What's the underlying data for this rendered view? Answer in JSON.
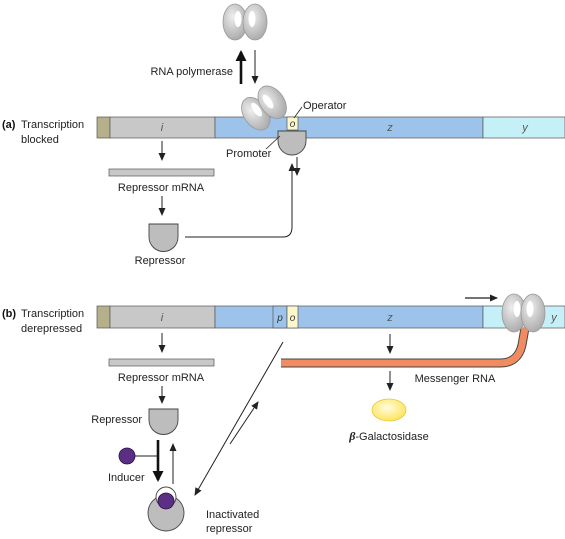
{
  "panel_a": {
    "letter": "(a)",
    "title_line1": "Transcription",
    "title_line2": "blocked",
    "gene_i": "i",
    "gene_z": "z",
    "gene_y": "y",
    "operator_o": "o",
    "rna_polymerase": "RNA polymerase",
    "operator": "Operator",
    "promoter": "Promoter",
    "repressor_mrna": "Repressor mRNA",
    "repressor": "Repressor"
  },
  "panel_b": {
    "letter": "(b)",
    "title_line1": "Transcription",
    "title_line2": "derepressed",
    "gene_i": "i",
    "gene_p": "p",
    "gene_o": "o",
    "gene_z": "z",
    "gene_y": "y",
    "repressor_mrna": "Repressor mRNA",
    "repressor": "Repressor",
    "inducer": "Inducer",
    "inactivated_line1": "Inactivated",
    "inactivated_line2": "repressor",
    "messenger_rna": "Messenger RNA",
    "beta": "β",
    "galactosidase": "-Galactosidase"
  },
  "colors": {
    "regulatory_region": "#b5b08a",
    "i_gene": "#c8c8c8",
    "z_gene": "#9dc3ea",
    "y_gene": "#c6f0f8",
    "operator_box": "#fff7cc",
    "repressor": "#bdbdbd",
    "inducer": "#5b2f86",
    "messenger_rna": "#f08c60",
    "galactosidase": "#ffef8a",
    "polymerase": "#cfcfcf"
  }
}
